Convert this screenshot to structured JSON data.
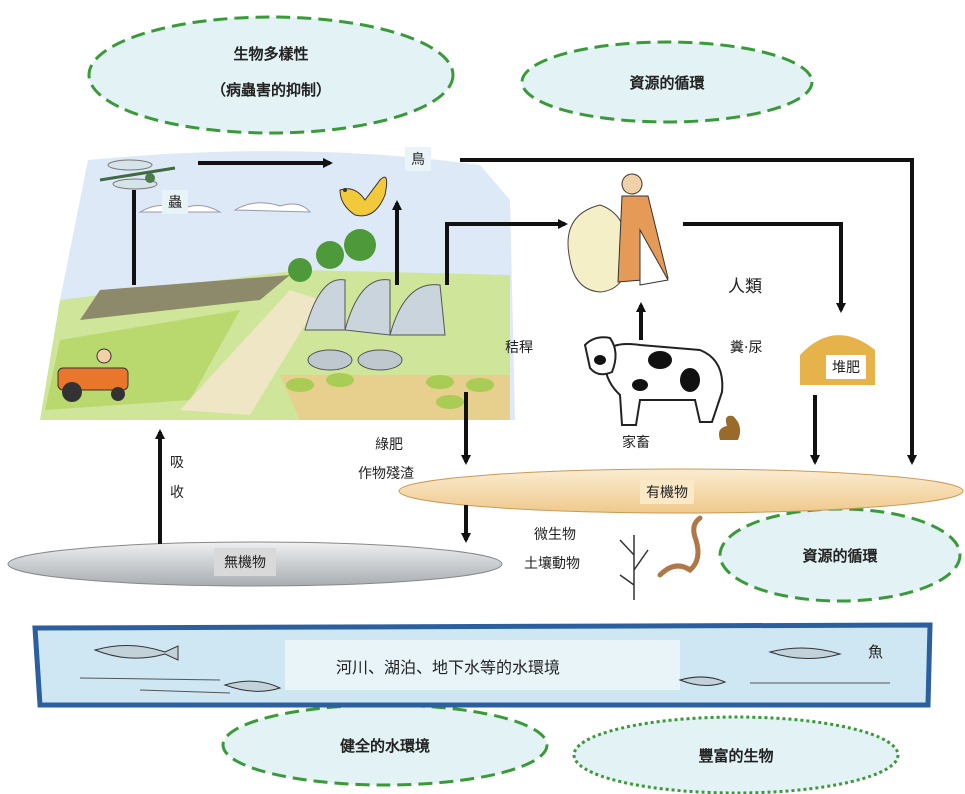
{
  "ovals": {
    "biodiversity_line1": "生物多樣性",
    "biodiversity_line2": "（病蟲害的抑制）",
    "resource_cycle_top": "資源的循環",
    "resource_cycle_right": "資源的循環",
    "healthy_water": "健全的水環境",
    "rich_life": "豐富的生物"
  },
  "labels": {
    "insect": "蟲",
    "bird": "鳥",
    "human": "人類",
    "straw": "秸稈",
    "manure": "糞·尿",
    "compost": "堆肥",
    "livestock": "家畜",
    "green_manure": "綠肥",
    "crop_residue": "作物殘渣",
    "absorb_1": "吸",
    "absorb_2": "收",
    "organic": "有機物",
    "inorganic": "無機物",
    "microbes": "微生物",
    "soil_animals": "土壤動物",
    "water_env": "河川、湖泊、地下水等的水環境",
    "fish": "魚"
  },
  "colors": {
    "oval_fill": "#e3f3f5",
    "oval_border": "#3a9a3a",
    "organic_fill": "#f7dcaa",
    "inorganic_fill": "#cfd3d6",
    "water_fill": "#cfe7f3"
  }
}
